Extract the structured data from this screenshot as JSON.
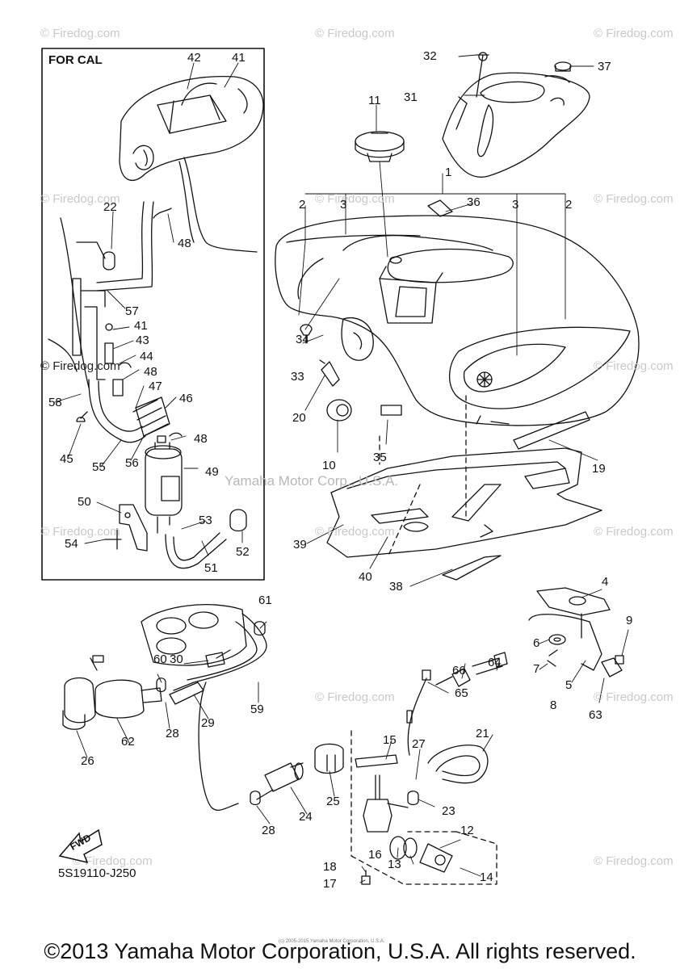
{
  "watermark": "© Firedog.com",
  "center_watermark": "Yamaha Motor Corp., U.S.A.",
  "inset_title": "FOR CAL",
  "part_code": "5S19110-J250",
  "fwd_label": "FWD",
  "tiny_copyright": "(c) 2005-2015 Yamaha Motor Corporation, U.S.A.",
  "footer": "©2013 Yamaha Motor Corporation, U.S.A. All rights reserved.",
  "callouts": [
    "1",
    "2",
    "2",
    "3",
    "3",
    "4",
    "5",
    "6",
    "7",
    "8",
    "9",
    "10",
    "11",
    "12",
    "13",
    "14",
    "15",
    "16",
    "17",
    "18",
    "19",
    "20",
    "21",
    "22",
    "23",
    "24",
    "25",
    "26",
    "27",
    "28",
    "28",
    "29",
    "30",
    "31",
    "32",
    "33",
    "34",
    "35",
    "36",
    "37",
    "38",
    "39",
    "40",
    "41",
    "41",
    "42",
    "43",
    "44",
    "45",
    "46",
    "47",
    "48",
    "48",
    "48",
    "49",
    "50",
    "51",
    "52",
    "53",
    "54",
    "55",
    "56",
    "57",
    "58",
    "59",
    "60",
    "61",
    "62",
    "63",
    "64",
    "65",
    "66"
  ]
}
